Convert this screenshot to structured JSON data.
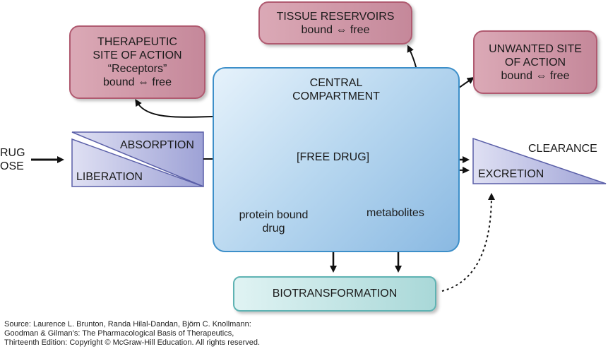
{
  "boxes": {
    "therapeutic": {
      "line1": "THERAPEUTIC",
      "line2": "SITE OF ACTION",
      "line3": "“Receptors”",
      "line4": "bound ⇔ free"
    },
    "tissue": {
      "line1": "TISSUE RESERVOIRS",
      "line2": "bound ⇔ free"
    },
    "unwanted": {
      "line1": "UNWANTED SITE",
      "line2": "OF ACTION",
      "line3": "bound ⇔ free"
    },
    "central": {
      "line1": "CENTRAL",
      "line2": "COMPARTMENT"
    },
    "biotransformation": "BIOTRANSFORMATION"
  },
  "labels": {
    "drug_dose_1": "RUG",
    "drug_dose_2": "OSE",
    "absorption": "ABSORPTION",
    "liberation": "LIBERATION",
    "free_drug": "[FREE DRUG]",
    "protein_bound_1": "protein bound",
    "protein_bound_2": "drug",
    "metabolites": "metabolites",
    "clearance": "CLEARANCE",
    "excretion": "EXCRETION"
  },
  "source": {
    "line1": "Source: Laurence L. Brunton, Randa Hilal-Dandan, Björn C. Knollmann:",
    "line2": "Goodman & Gilman’s: The Pharmacological Basis of Therapeutics,",
    "line3": "Thirteenth Edition: Copyright © McGraw-Hill Education. All rights reserved."
  },
  "colors": {
    "site_box": "#c5889a",
    "central_box": "#8ab9e2",
    "biotransformation_box": "#a9d8d8",
    "triangle": "#a4a8d8"
  }
}
